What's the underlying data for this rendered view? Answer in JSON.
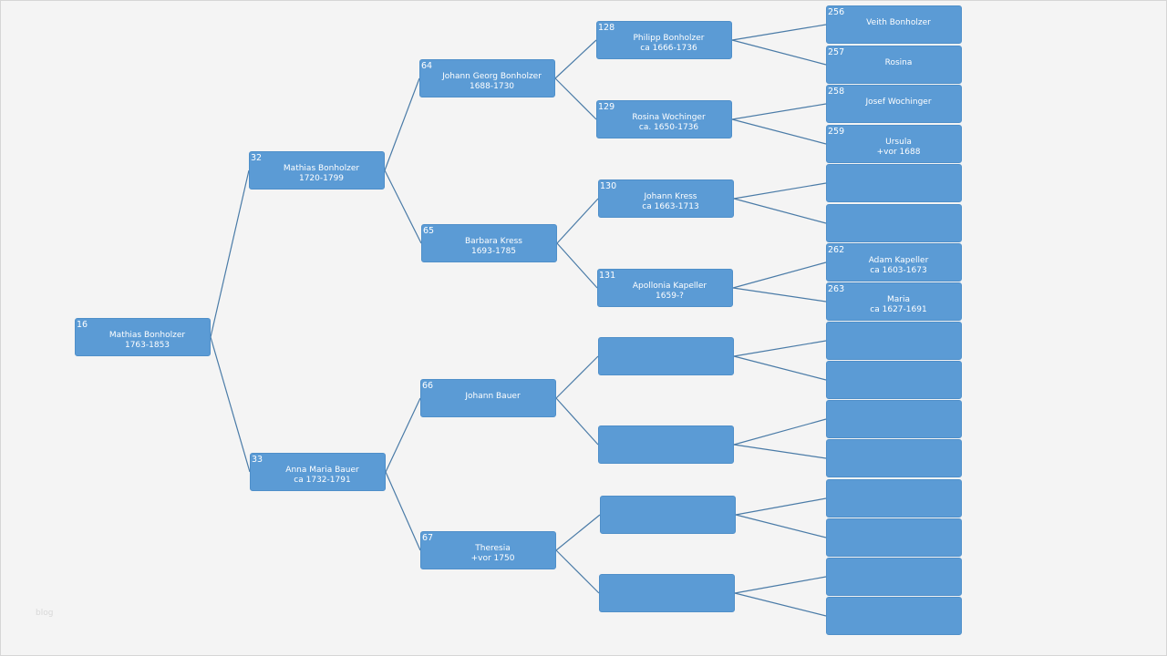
{
  "watermark": "blog",
  "colors": {
    "box": "#5b9bd5",
    "line": "#4a7ba7",
    "background": "#f4f4f4"
  },
  "people": {
    "p16": {
      "num": "16",
      "name": "Mathias Bonholzer",
      "dates": "1763-1853"
    },
    "p32": {
      "num": "32",
      "name": "Mathias Bonholzer",
      "dates": "1720-1799"
    },
    "p33": {
      "num": "33",
      "name": "Anna Maria Bauer",
      "dates": "ca 1732-1791"
    },
    "p64": {
      "num": "64",
      "name": "Johann Georg Bonholzer",
      "dates": "1688-1730"
    },
    "p65": {
      "num": "65",
      "name": "Barbara Kress",
      "dates": "1693-1785"
    },
    "p66": {
      "num": "66",
      "name": "Johann Bauer",
      "dates": ""
    },
    "p67": {
      "num": "67",
      "name": "Theresia",
      "dates": "+vor 1750"
    },
    "p128": {
      "num": "128",
      "name": "Philipp Bonholzer",
      "dates": "ca 1666-1736"
    },
    "p129": {
      "num": "129",
      "name": "Rosina Wochinger",
      "dates": "ca. 1650-1736"
    },
    "p130": {
      "num": "130",
      "name": "Johann Kress",
      "dates": "ca 1663-1713"
    },
    "p131": {
      "num": "131",
      "name": "Apollonia Kapeller",
      "dates": "1659-?"
    },
    "p256": {
      "num": "256",
      "name": "Veith Bonholzer",
      "dates": ""
    },
    "p257": {
      "num": "257",
      "name": "Rosina",
      "dates": ""
    },
    "p258": {
      "num": "258",
      "name": "Josef Wochinger",
      "dates": ""
    },
    "p259": {
      "num": "259",
      "name": "Ursula",
      "dates": "+vor 1688"
    },
    "p262": {
      "num": "262",
      "name": "Adam Kapeller",
      "dates": "ca 1603-1673"
    },
    "p263": {
      "num": "263",
      "name": "Maria",
      "dates": "ca 1627-1691"
    }
  }
}
